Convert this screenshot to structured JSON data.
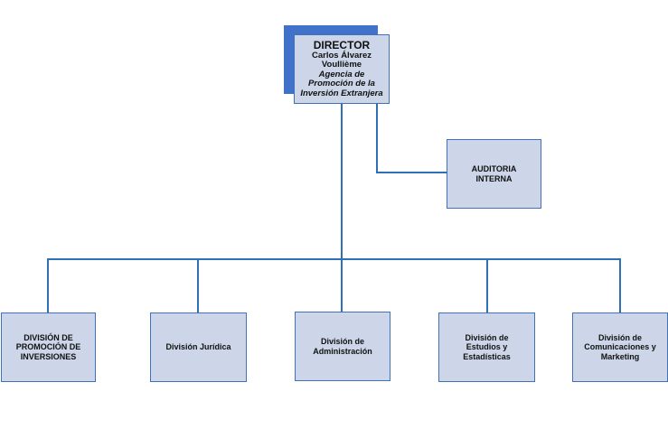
{
  "colors": {
    "box_fill": "#ccd6e8",
    "box_border": "#3f72b8",
    "connector": "#2f6fb3",
    "director_shadow": "#3f72c8"
  },
  "director": {
    "title": "DIRECTOR",
    "name_line1": "Carlos Álvarez",
    "name_line2": "Voullième",
    "agency_line1": "Agencia de",
    "agency_line2": "Promoción de la",
    "agency_line3": "Inversión Extranjera"
  },
  "staff": {
    "auditoria_line1": "AUDITORIA",
    "auditoria_line2": "INTERNA"
  },
  "divisions": [
    {
      "line1": "DIVISIÓN DE",
      "line2": "PROMOCIÓN DE",
      "line3": "INVERSIONES"
    },
    {
      "line1": "División Jurídica",
      "line2": "",
      "line3": ""
    },
    {
      "line1": "División de",
      "line2": "Administración",
      "line3": ""
    },
    {
      "line1": "División de",
      "line2": "Estudios y",
      "line3": "Estadísticas"
    },
    {
      "line1": "División de",
      "line2": "Comunicaciones y",
      "line3": "Marketing"
    }
  ]
}
